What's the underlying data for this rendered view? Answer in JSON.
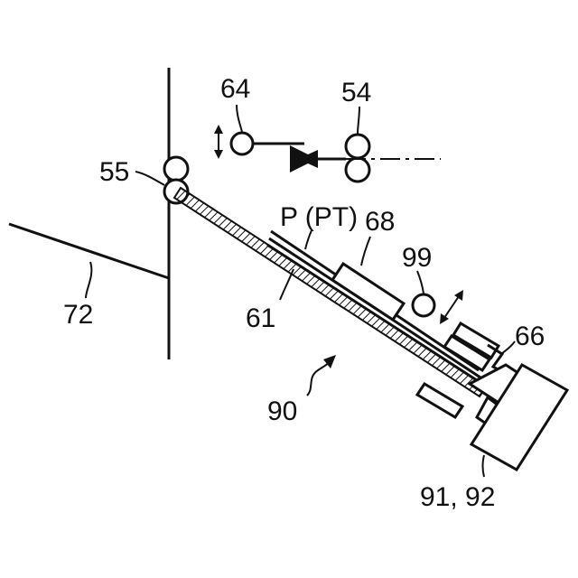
{
  "figure": {
    "labels": {
      "l64": "64",
      "l54": "54",
      "l55": "55",
      "lP": "P (PT)",
      "l68": "68",
      "l99": "99",
      "l72": "72",
      "l61": "61",
      "l66": "66",
      "l90": "90",
      "l9192": "91, 92"
    },
    "colors": {
      "ink": "#111111",
      "background": "#ffffff"
    }
  }
}
